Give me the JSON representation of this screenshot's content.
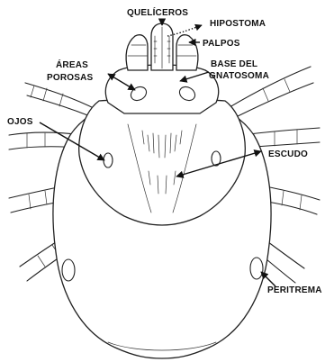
{
  "labels": {
    "queliceros": "QUELÍCEROS",
    "hipostoma": "HIPOSTOMA",
    "palpos": "PALPOS",
    "areas_line1": "ÁREAS",
    "areas_line2": "POROSAS",
    "base_line1": "BASE DEL",
    "base_line2": "GNATOSOMA",
    "ojos": "OJOS",
    "escudo": "ESCUDO",
    "peritrema": "PERITREMA"
  },
  "colors": {
    "ink": "#222222",
    "background": "#ffffff"
  }
}
